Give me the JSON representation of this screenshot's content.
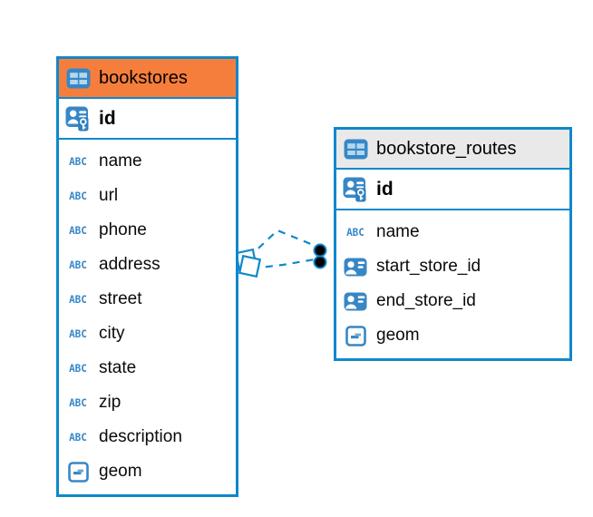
{
  "diagram": {
    "colors": {
      "table_border": "#1088CB",
      "bookstores_header_bg": "#F67E3D",
      "routes_header_bg": "#E9E9E9",
      "icon_blue": "#3787C6",
      "connector_blue": "#1088CB",
      "text": "#000000"
    },
    "icons": {
      "text_type_glyph": "ABC"
    },
    "tables": [
      {
        "name": "bookstores",
        "primary_key": {
          "label": "id",
          "icon": "primary-key-icon"
        },
        "columns": [
          {
            "label": "name",
            "icon": "text-type-icon"
          },
          {
            "label": "url",
            "icon": "text-type-icon"
          },
          {
            "label": "phone",
            "icon": "text-type-icon"
          },
          {
            "label": "address",
            "icon": "text-type-icon"
          },
          {
            "label": "street",
            "icon": "text-type-icon"
          },
          {
            "label": "city",
            "icon": "text-type-icon"
          },
          {
            "label": "state",
            "icon": "text-type-icon"
          },
          {
            "label": "zip",
            "icon": "text-type-icon"
          },
          {
            "label": "description",
            "icon": "text-type-icon"
          },
          {
            "label": "geom",
            "icon": "geometry-type-icon"
          }
        ]
      },
      {
        "name": "bookstore_routes",
        "primary_key": {
          "label": "id",
          "icon": "primary-key-icon"
        },
        "columns": [
          {
            "label": "name",
            "icon": "text-type-icon"
          },
          {
            "label": "start_store_id",
            "icon": "foreign-key-icon"
          },
          {
            "label": "end_store_id",
            "icon": "foreign-key-icon"
          },
          {
            "label": "geom",
            "icon": "geometry-type-icon"
          }
        ]
      }
    ],
    "relationship": {
      "from": "bookstore_routes",
      "to": "bookstores",
      "style": "dashed"
    }
  }
}
